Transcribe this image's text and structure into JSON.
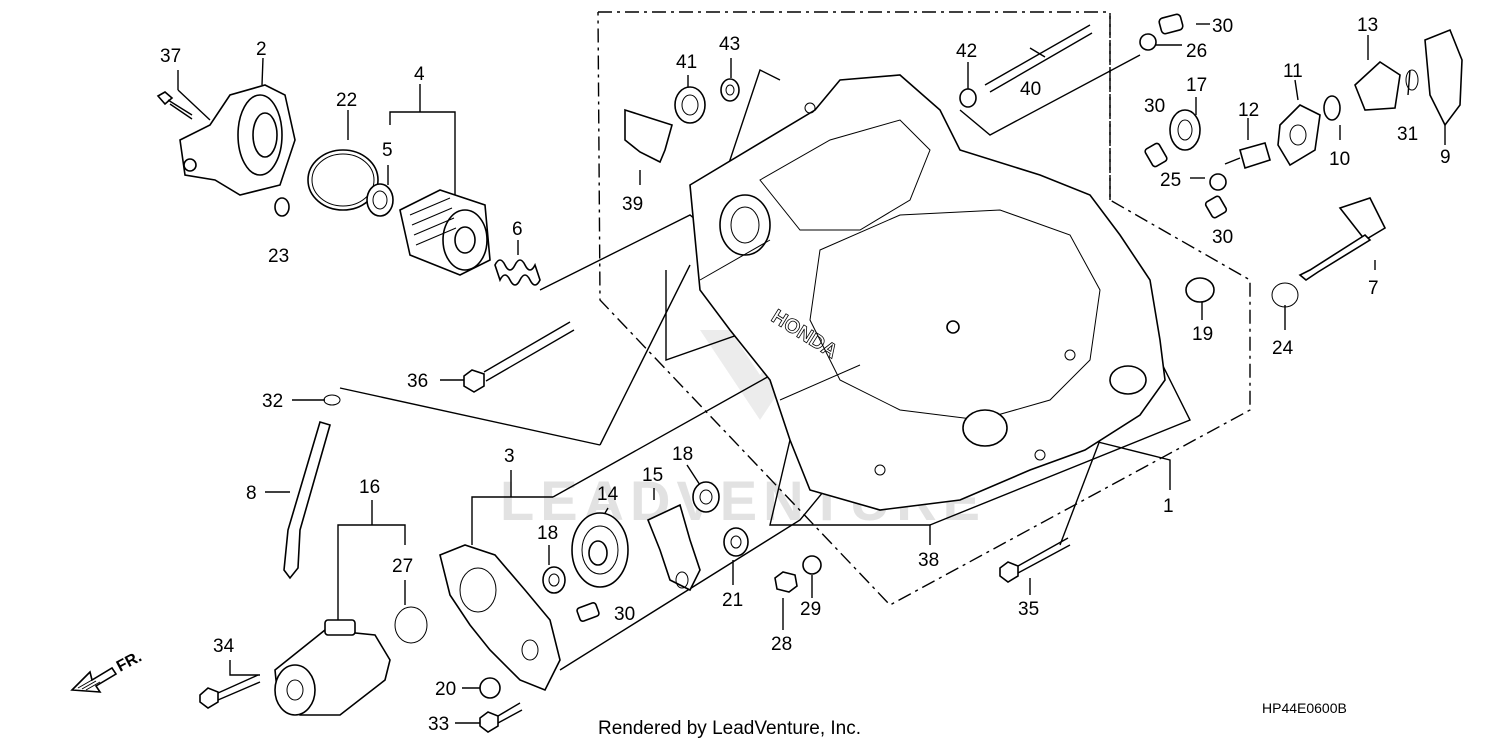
{
  "diagram": {
    "ref_code": "HP44E0600B",
    "credit": "Rendered by LeadVenture, Inc.",
    "watermark": "LEADVENTURE",
    "direction_label": "FR.",
    "case_brand": "HONDA",
    "callouts": [
      "37",
      "2",
      "22",
      "4",
      "5",
      "23",
      "6",
      "41",
      "43",
      "39",
      "42",
      "26",
      "30",
      "40",
      "11",
      "13",
      "31",
      "9",
      "17",
      "12",
      "10",
      "25",
      "19",
      "7",
      "24",
      "36",
      "32",
      "8",
      "16",
      "27",
      "3",
      "18",
      "14",
      "15",
      "21",
      "29",
      "28",
      "38",
      "35",
      "1",
      "20",
      "33",
      "34"
    ]
  }
}
